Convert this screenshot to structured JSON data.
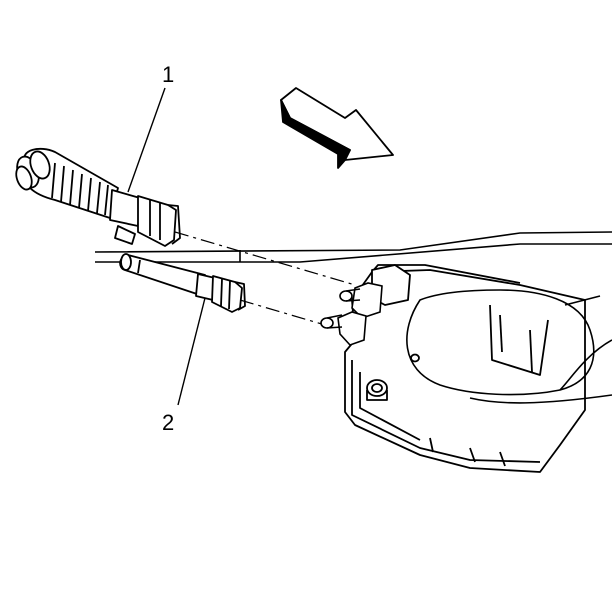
{
  "diagram": {
    "callouts": [
      {
        "id": "1",
        "text": "1"
      },
      {
        "id": "2",
        "text": "2"
      }
    ],
    "parts": [
      "corrugated-fuel-hose-1",
      "quick-connect-fitting-1",
      "fuel-hose-2",
      "quick-connect-fitting-2",
      "evap-canister",
      "canister-fitting-nipples",
      "direction-arrow",
      "frame-rail",
      "zoom-loop-outline"
    ],
    "colors": {
      "line": "#000000",
      "fill": "#ffffff"
    }
  }
}
